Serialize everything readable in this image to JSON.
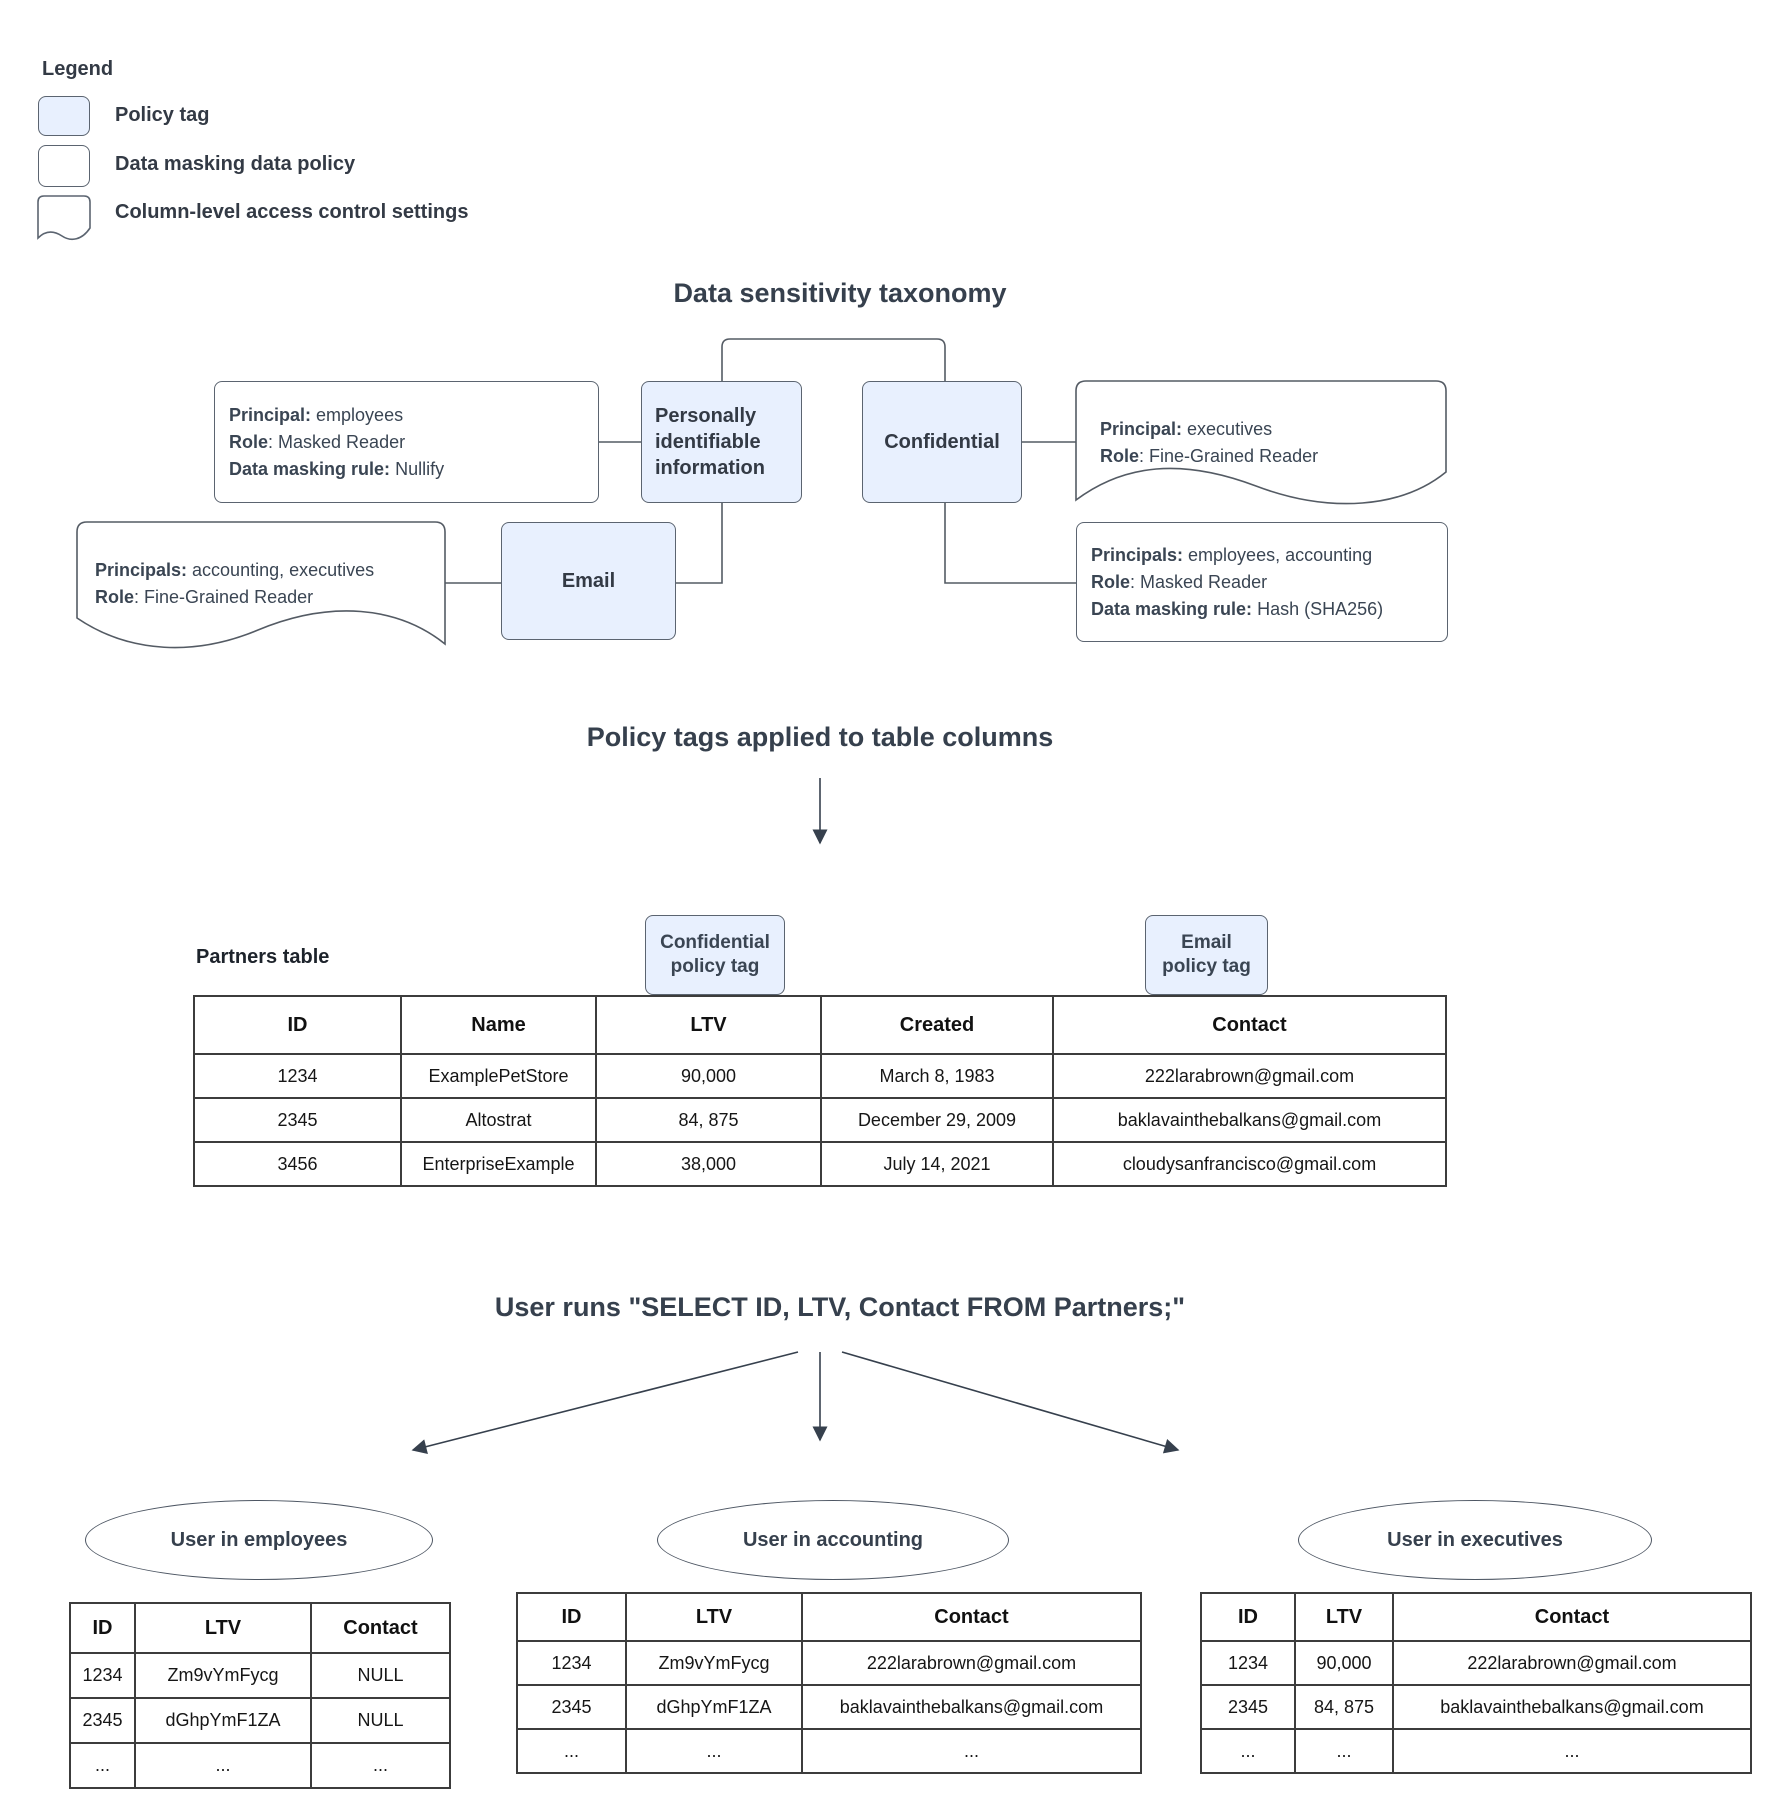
{
  "colors": {
    "policy_tag_fill": "#e8f0fe",
    "box_border": "#5b6470",
    "table_border": "#3c3c3c",
    "text_dark": "#36404d"
  },
  "legend": {
    "title": "Legend",
    "items": [
      {
        "swatch": "policy-tag-swatch",
        "label": "Policy tag"
      },
      {
        "swatch": "data-policy-swatch",
        "label": "Data masking data policy"
      },
      {
        "swatch": "access-control-swatch",
        "label": "Column-level access control settings"
      }
    ]
  },
  "taxonomy": {
    "title": "Data sensitivity taxonomy",
    "nodes": {
      "pii": "Personally identifiable information",
      "confidential": "Confidential",
      "email": "Email"
    },
    "boxes": {
      "pii_policy": {
        "lines": [
          {
            "label": "Principal:",
            "value": " employees"
          },
          {
            "label": "Role",
            "value": ": Masked Reader"
          },
          {
            "label": "Data masking rule:",
            "value": " Nullify"
          }
        ]
      },
      "confidential_access": {
        "lines": [
          {
            "label": "Principal:",
            "value": " executives"
          },
          {
            "label": "Role",
            "value": ": Fine-Grained Reader"
          }
        ]
      },
      "confidential_policy": {
        "lines": [
          {
            "label": "Principals:",
            "value": " employees, accounting"
          },
          {
            "label": "Role",
            "value": ": Masked Reader"
          },
          {
            "label": "Data masking rule:",
            "value": " Hash (SHA256)"
          }
        ]
      },
      "email_access": {
        "lines": [
          {
            "label": "Principals:",
            "value": " accounting, executives"
          },
          {
            "label": "Role",
            "value": ": Fine-Grained Reader"
          }
        ]
      }
    }
  },
  "policy_section": {
    "title": "Policy tags applied to table columns"
  },
  "partners": {
    "caption": "Partners table",
    "tags": {
      "confidential": "Confidential policy tag",
      "email": "Email policy tag"
    },
    "headers": [
      "ID",
      "Name",
      "LTV",
      "Created",
      "Contact"
    ],
    "rows": [
      [
        "1234",
        "ExamplePetStore",
        "90,000",
        "March 8, 1983",
        "222larabrown@gmail.com"
      ],
      [
        "2345",
        "Altostrat",
        "84, 875",
        "December 29, 2009",
        "baklavainthebalkans@gmail.com"
      ],
      [
        "3456",
        "EnterpriseExample",
        "38,000",
        "July 14, 2021",
        "cloudysanfrancisco@gmail.com"
      ]
    ]
  },
  "query_section": {
    "title": "User runs \"SELECT ID, LTV, Contact FROM Partners;\""
  },
  "results": [
    {
      "group": "User in employees",
      "headers": [
        "ID",
        "LTV",
        "Contact"
      ],
      "rows": [
        [
          "1234",
          "Zm9vYmFycg",
          "NULL"
        ],
        [
          "2345",
          "dGhpYmF1ZA",
          "NULL"
        ],
        [
          "...",
          "...",
          "..."
        ]
      ]
    },
    {
      "group": "User in accounting",
      "headers": [
        "ID",
        "LTV",
        "Contact"
      ],
      "rows": [
        [
          "1234",
          "Zm9vYmFycg",
          "222larabrown@gmail.com"
        ],
        [
          "2345",
          "dGhpYmF1ZA",
          "baklavainthebalkans@gmail.com"
        ],
        [
          "...",
          "...",
          "..."
        ]
      ]
    },
    {
      "group": "User in executives",
      "headers": [
        "ID",
        "LTV",
        "Contact"
      ],
      "rows": [
        [
          "1234",
          "90,000",
          "222larabrown@gmail.com"
        ],
        [
          "2345",
          "84, 875",
          "baklavainthebalkans@gmail.com"
        ],
        [
          "...",
          "...",
          "..."
        ]
      ]
    }
  ]
}
